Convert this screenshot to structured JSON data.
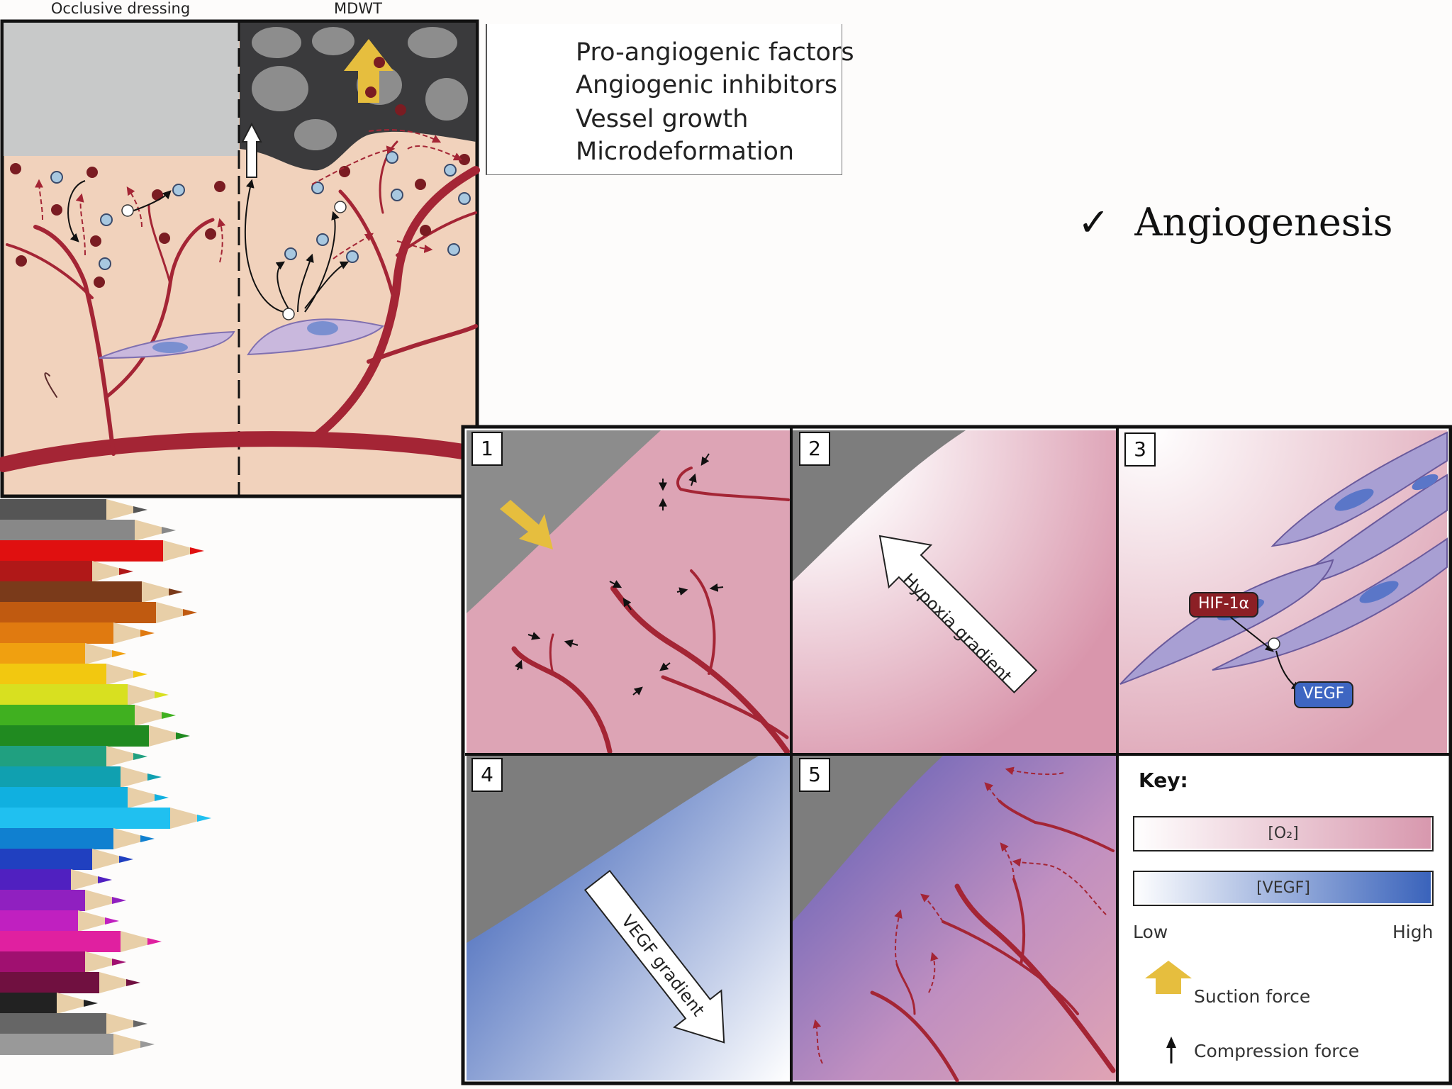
{
  "top_diagram": {
    "left_label": "Occlusive dressing",
    "right_label": "MDWT"
  },
  "legend": {
    "items": [
      {
        "icon": "blue-circle-icon",
        "label": "Pro-angiogenic factors"
      },
      {
        "icon": "red-hexagon-icon",
        "label": "Angiogenic inhibitors"
      },
      {
        "icon": "dashed-red-arrow-icon",
        "label": "Vessel growth"
      },
      {
        "icon": "open-arrow-icon",
        "label": "Microdeformation"
      }
    ]
  },
  "bullet": {
    "mark": "✓",
    "text": "Angiogenesis"
  },
  "panels": {
    "p1": "1",
    "p2": "2",
    "p3": "3",
    "p4": "4",
    "p5": "5",
    "hypoxia": "Hypoxia gradient",
    "hif": "HIF-1α",
    "vegf": "VEGF",
    "vegf_gradient": "VEGF gradient"
  },
  "key": {
    "title": "Key:",
    "o2": "[O₂]",
    "vegf": "[VEGF]",
    "low": "Low",
    "high": "High",
    "suction": "Suction force",
    "compression": "Compression force"
  },
  "colors": {
    "tissue": "#f0d0b8",
    "vessel": "#a42535",
    "pink": "#d8a0b0",
    "blue": "#4a6fc0",
    "gray": "#8a8a8a",
    "yellow": "#e8c040"
  }
}
